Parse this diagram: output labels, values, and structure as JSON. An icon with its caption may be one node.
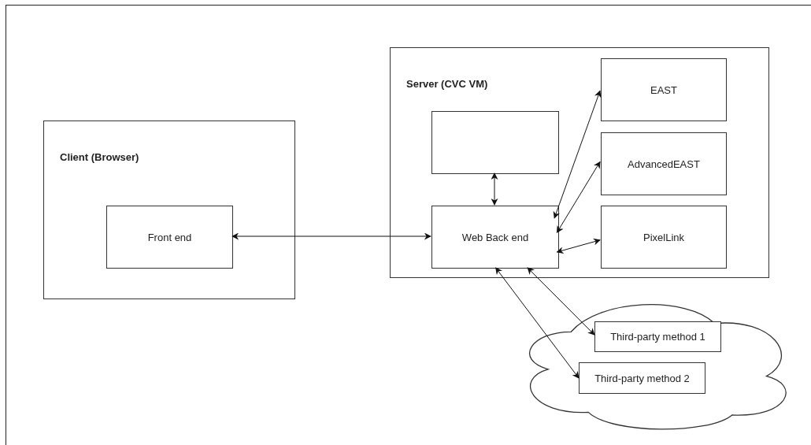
{
  "diagram": {
    "nodes": [
      {
        "text": [
          "Client (Browser)"
        ]
      },
      {
        "text": [
          "Front end"
        ],
        "in": 0
      },
      {
        "text": [
          "Server (CVC VM)"
        ]
      },
      {
        "text": [],
        "shape": "box",
        "in": 2
      },
      {
        "text": [
          "Web Back end"
        ],
        "in": 2
      },
      {
        "text": [
          "EAST"
        ],
        "in": 2
      },
      {
        "text": [
          "AdvancedEAST"
        ],
        "in": 2
      },
      {
        "text": [
          "PixelLink"
        ],
        "in": 2
      },
      {
        "text": [],
        "shape": "cloud"
      },
      {
        "text": [
          "Third-party method 1"
        ],
        "in": 8
      },
      {
        "text": [
          "Third-party method 2"
        ],
        "in": 8
      }
    ],
    "edges": [
      {
        "from": 1,
        "to": 4,
        "arrow": "both"
      },
      {
        "from": 3,
        "to": 4,
        "arrow": "both"
      },
      {
        "from": 4,
        "to": 5,
        "arrow": "both"
      },
      {
        "from": 4,
        "to": 6,
        "arrow": "both"
      },
      {
        "from": 4,
        "to": 7,
        "arrow": "both"
      },
      {
        "from": 4,
        "to": 9,
        "arrow": "both"
      },
      {
        "from": 4,
        "to": 10,
        "arrow": "both"
      }
    ]
  }
}
